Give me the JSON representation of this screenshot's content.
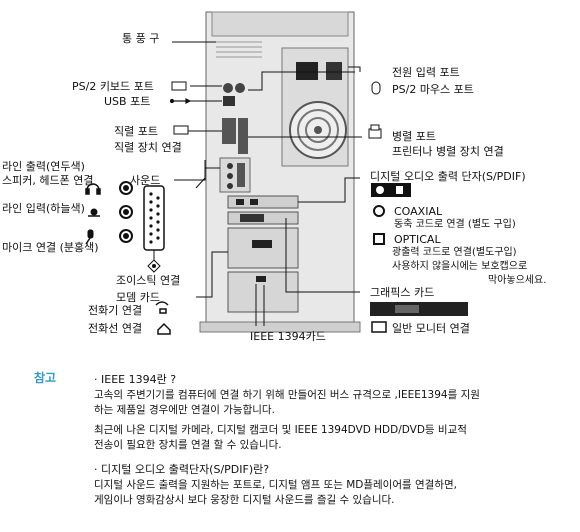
{
  "labels": {
    "vent": "통 풍 구",
    "ps2_keyboard": "PS/2 키보드 포트",
    "usb": "USB 포트",
    "serial_title": "직렬 포트",
    "serial_desc": "직렬 장치 연결",
    "line_out_title": "라인 출력(연두색)",
    "line_out_desc": "스피커, 헤드폰 연결",
    "sound": "사운드",
    "line_in": "라인 입력(하늘색)",
    "mic": "마이크 연결 (분홍색)",
    "joystick": "조이스틱 연결",
    "modem": "모뎀 카드",
    "phone_connect": "전화기 연결",
    "phone_line": "전화선 연결",
    "ieee_card": "IEEE 1394카드",
    "power_input": "전원 입력 포트",
    "ps2_mouse": "PS/2 마우스 포트",
    "parallel_title": "병렬 포트",
    "parallel_desc": "프린터나 병렬 장치 연결",
    "spdif_title": "디지털 오디오 출력 단자(S/PDIF)",
    "coaxial_title": "COAXIAL",
    "coaxial_desc": "동축 코드로 연결 (별도 구입)",
    "optical_title": "OPTICAL",
    "optical_desc1": "광출력  코드로  연결(별도구입)",
    "optical_desc2": "사용하지 않을시에는 보호캡으로",
    "optical_desc3": "막아놓으세요.",
    "graphics": "그래픽스 카드",
    "monitor": "일반 모니터 연결"
  },
  "notes": {
    "tag": "참고",
    "q1": "· IEEE 1394란 ?",
    "a1_line1": "고속의 주변기기를 컴퓨터에 연결 하기 위해 만들어진 버스 규격으로 ,IEEE1394를 지원",
    "a1_line2": "하는 제품일 경우에만 연결이 가능합니다.",
    "a1_line3": "최근에 나온 디지털 카메라, 디지털 캠코더 및 IEEE 1394DVD HDD/DVD등 비교적",
    "a1_line4": "전송이 필요한 장치를 연결 할 수 있습니다.",
    "q2": "· 디지털 오디오 출력단자(S/PDIF)란?",
    "a2_line1": "디지털 사운드 출력을 지원하는 포트로, 디지털 앰프 또는 MD플레이어를 연결하면,",
    "a2_line2": "게임이나 영화감상시 보다 웅장한 디지털 사운드를 즐길 수 있습니다."
  },
  "colors": {
    "case": "#e6e6e6",
    "note_tag": "#3399cc"
  }
}
